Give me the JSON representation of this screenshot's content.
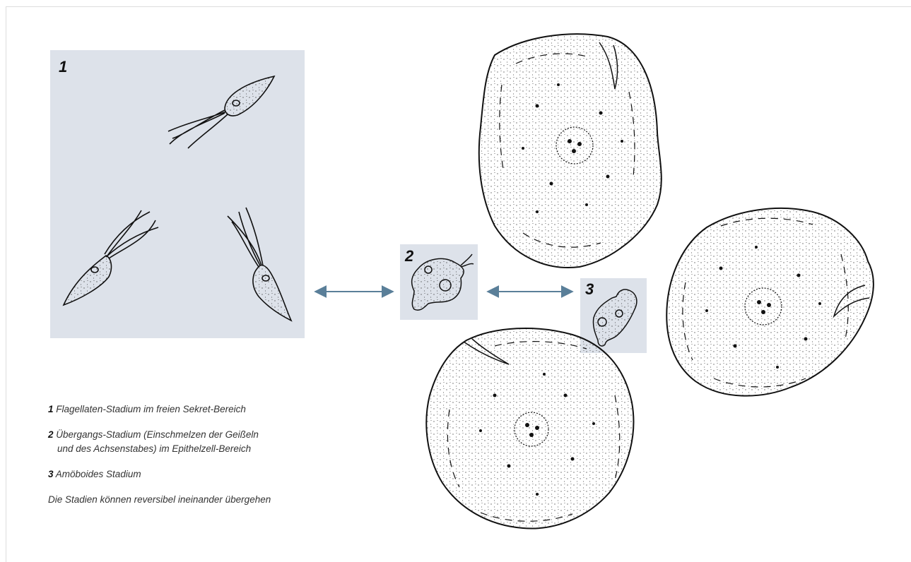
{
  "stages": [
    {
      "number": "1"
    },
    {
      "number": "2"
    },
    {
      "number": "3"
    }
  ],
  "legend": {
    "item1_num": "1",
    "item1_text": "Flagellaten-Stadium im freien Sekret-Bereich",
    "item2_num": "2",
    "item2_text_line1": "Übergangs-Stadium (Einschmelzen der Geißeln",
    "item2_text_line2": "und des Achsenstabes) im Epithelzell-Bereich",
    "item3_num": "3",
    "item3_text": "Amöboides Stadium",
    "note": "Die Stadien können reversibel ineinander übergehen"
  },
  "colors": {
    "panel": "#dde2ea",
    "arrow": "#5a7f99",
    "ink": "#111111"
  },
  "icons": [
    "double-arrow-icon",
    "flagellate-icon",
    "amoeboid-icon",
    "epithelial-cell-icon"
  ]
}
